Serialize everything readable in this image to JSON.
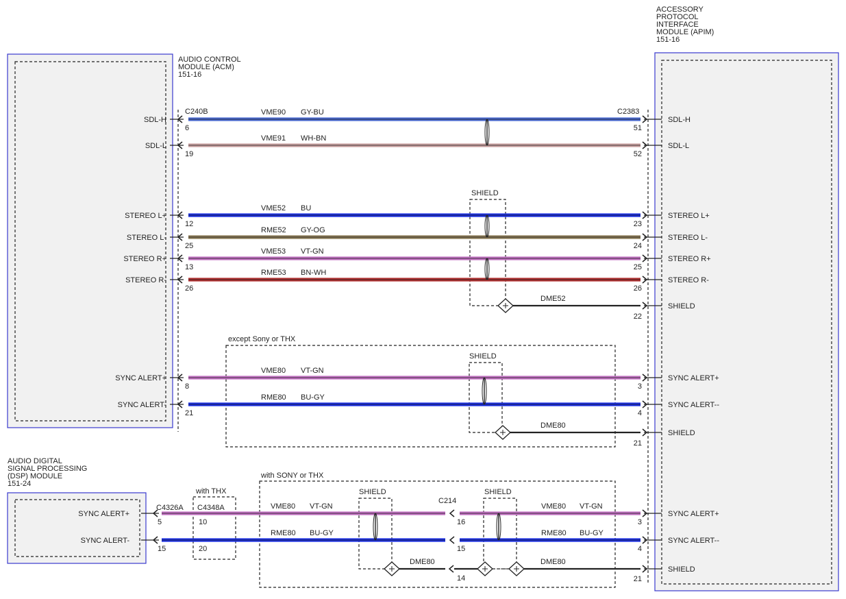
{
  "modules": {
    "acm": {
      "lines": [
        "AUDIO CONTROL",
        "MODULE (ACM)",
        "151-16"
      ]
    },
    "apim": {
      "lines": [
        "ACCESSORY",
        "PROTOCOL",
        "INTERFACE",
        "MODULE (APIM)",
        "151-16"
      ]
    },
    "dsp": {
      "lines": [
        "AUDIO DIGITAL",
        "SIGNAL PROCESSING",
        "(DSP) MODULE",
        "151-24"
      ]
    }
  },
  "connectors": {
    "acm": "C240B",
    "apim": "C2383",
    "dsp": "C4326A",
    "thx": "C4348A",
    "inline": "C214"
  },
  "groups": {
    "except_sony": "except Sony or THX",
    "with_sony": "with SONY or THX",
    "with_thx": "with THX",
    "shield": "SHIELD"
  },
  "colors": {
    "GY-BU": "#4a6ad0",
    "WH-BN": "#c8a0a0",
    "BU": "#1a2ee0",
    "GY-OG": "#8a7a55",
    "VT-GN": "#c070c0",
    "BN-WH": "#b03030",
    "BU-GY": "#1a2ee0"
  },
  "wires": [
    {
      "circuit": "VME90",
      "color": "GY-BU",
      "left_pin": "6",
      "right_pin": "51",
      "left_label": "SDL-H",
      "right_label": "SDL-H"
    },
    {
      "circuit": "VME91",
      "color": "WH-BN",
      "left_pin": "19",
      "right_pin": "52",
      "left_label": "SDL-L",
      "right_label": "SDL-L"
    },
    {
      "circuit": "VME52",
      "color": "BU",
      "left_pin": "12",
      "right_pin": "23",
      "left_label": "STEREO L+",
      "right_label": "STEREO L+"
    },
    {
      "circuit": "RME52",
      "color": "GY-OG",
      "left_pin": "25",
      "right_pin": "24",
      "left_label": "STEREO L-",
      "right_label": "STEREO L-"
    },
    {
      "circuit": "VME53",
      "color": "VT-GN",
      "left_pin": "13",
      "right_pin": "25",
      "left_label": "STEREO R+",
      "right_label": "STEREO R+"
    },
    {
      "circuit": "RME53",
      "color": "BN-WH",
      "left_pin": "26",
      "right_pin": "26",
      "left_label": "STEREO R-",
      "right_label": "STEREO R-"
    },
    {
      "circuit": "VME80",
      "color": "VT-GN",
      "left_pin": "8",
      "right_pin": "3",
      "left_label": "SYNC ALERT+",
      "right_label": "SYNC ALERT+"
    },
    {
      "circuit": "RME80",
      "color": "BU-GY",
      "left_pin": "21",
      "right_pin": "4",
      "left_label": "SYNC ALERT-",
      "right_label": "SYNC ALERT--"
    }
  ],
  "drains": [
    {
      "circuit": "DME52",
      "pin": "22",
      "label": "SHIELD"
    },
    {
      "circuit": "DME80",
      "pin": "21",
      "label": "SHIELD"
    }
  ],
  "sony": {
    "upper": {
      "circuit": "VME80",
      "color": "VT-GN",
      "dsp_pin": "5",
      "thx_pin": "10",
      "c214_pin": "16",
      "apim_pin": "3",
      "left_label": "SYNC ALERT+",
      "right_label": "SYNC ALERT+"
    },
    "lower": {
      "circuit": "RME80",
      "color": "BU-GY",
      "dsp_pin": "15",
      "thx_pin": "20",
      "c214_pin": "15",
      "apim_pin": "4",
      "left_label": "SYNC ALERT-",
      "right_label": "SYNC ALERT--"
    },
    "drain_left": {
      "circuit": "DME80",
      "pin": "14"
    },
    "drain_right": {
      "circuit": "DME80",
      "pin": "21",
      "label": "SHIELD"
    }
  }
}
